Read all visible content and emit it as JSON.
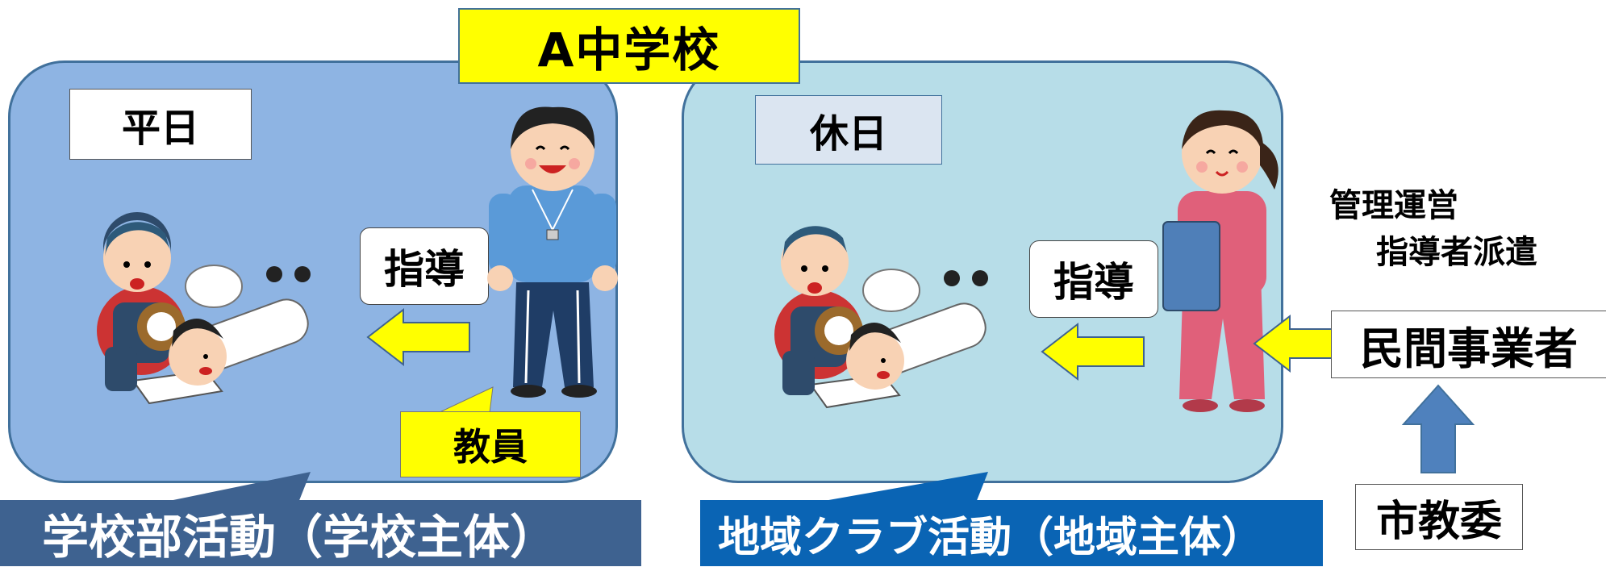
{
  "school_title": "A中学校",
  "weekday": {
    "panel_label": "平日",
    "guide_label": "指導",
    "teacher_label": "教員",
    "banner": "学校部活動（学校主体）"
  },
  "holiday": {
    "panel_label": "休日",
    "guide_label": "指導",
    "banner": "地域クラブ活動（地域主体）"
  },
  "management_note": "管理運営",
  "dispatch_note": "指導者派遣",
  "operator_label": "民間事業者",
  "board_label": "市教委",
  "colors": {
    "weekday_panel": "#8eb4e3",
    "holiday_panel": "#b7dde8",
    "highlight_yellow": "#ffff00",
    "weekday_banner": "#3e6290",
    "holiday_banner": "#0a64b4",
    "board_arrow": "#4f81bd"
  }
}
